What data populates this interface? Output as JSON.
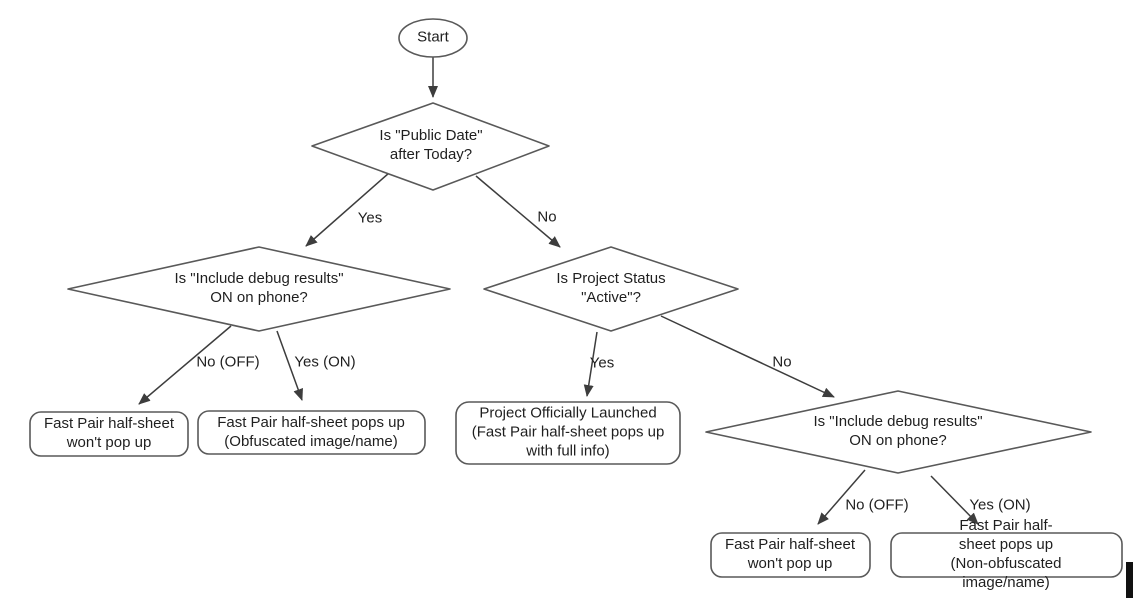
{
  "diagram": {
    "title_hint": "Fast Pair half-sheet decision flowchart",
    "nodes": {
      "start": "Start",
      "decision_public_date": "Is \"Public Date\"\nafter Today?",
      "decision_debug_left": "Is \"Include debug results\"\nON on phone?",
      "decision_project_status": "Is Project Status\n\"Active\"?",
      "decision_debug_right": "Is \"Include debug results\"\nON on phone?",
      "outcome_wont_popup_left": "Fast Pair half-sheet\nwon't pop up",
      "outcome_obfuscated": "Fast Pair half-sheet pops up\n(Obfuscated image/name)",
      "outcome_launched": "Project Officially Launched\n(Fast Pair half-sheet pops up\nwith full info)",
      "outcome_wont_popup_right": "Fast Pair half-sheet\nwon't pop up",
      "outcome_non_obfuscated": "Fast Pair half-sheet pops up\n(Non-obfuscated image/name)"
    },
    "edge_labels": {
      "public_date_yes": "Yes",
      "public_date_no": "No",
      "debug_left_no": "No (OFF)",
      "debug_left_yes": "Yes (ON)",
      "project_status_yes": "Yes",
      "project_status_no": "No",
      "debug_right_no": "No (OFF)",
      "debug_right_yes": "Yes (ON)"
    },
    "colors": {
      "background": "#ffffff",
      "shape_border": "#595959",
      "arrow": "#3d3d3d",
      "text": "#1f1f1f",
      "cursor_bar": "#111111"
    }
  }
}
